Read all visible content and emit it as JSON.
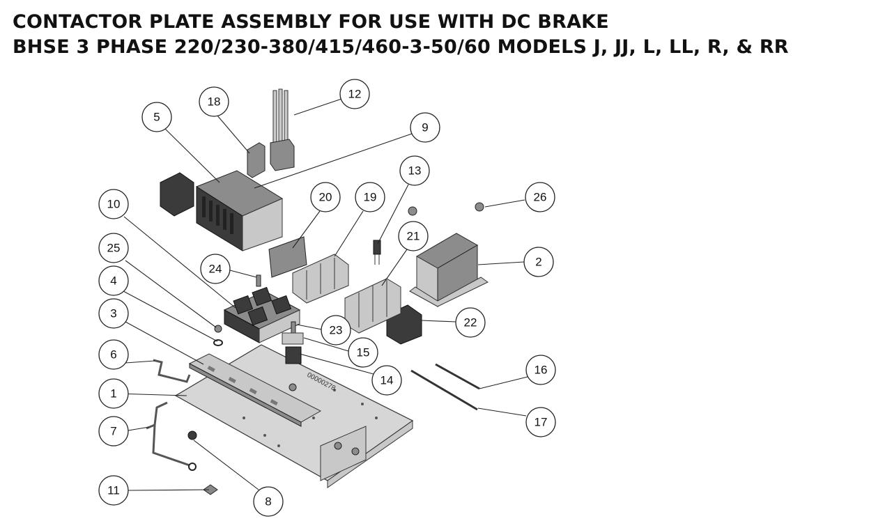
{
  "title": {
    "line1": "CONTACTOR PLATE ASSEMBLY FOR USE WITH DC BRAKE",
    "line2": "BHSE 3 PHASE 220/230-380/415/460-3-50/60 MODELS J, JJ, L, LL, R, & RR"
  },
  "plate_serial": "00000278",
  "callouts": [
    "1",
    "2",
    "3",
    "4",
    "5",
    "6",
    "7",
    "8",
    "9",
    "10",
    "11",
    "12",
    "13",
    "14",
    "15",
    "16",
    "17",
    "18",
    "19",
    "20",
    "21",
    "22",
    "23",
    "24",
    "25",
    "26"
  ]
}
